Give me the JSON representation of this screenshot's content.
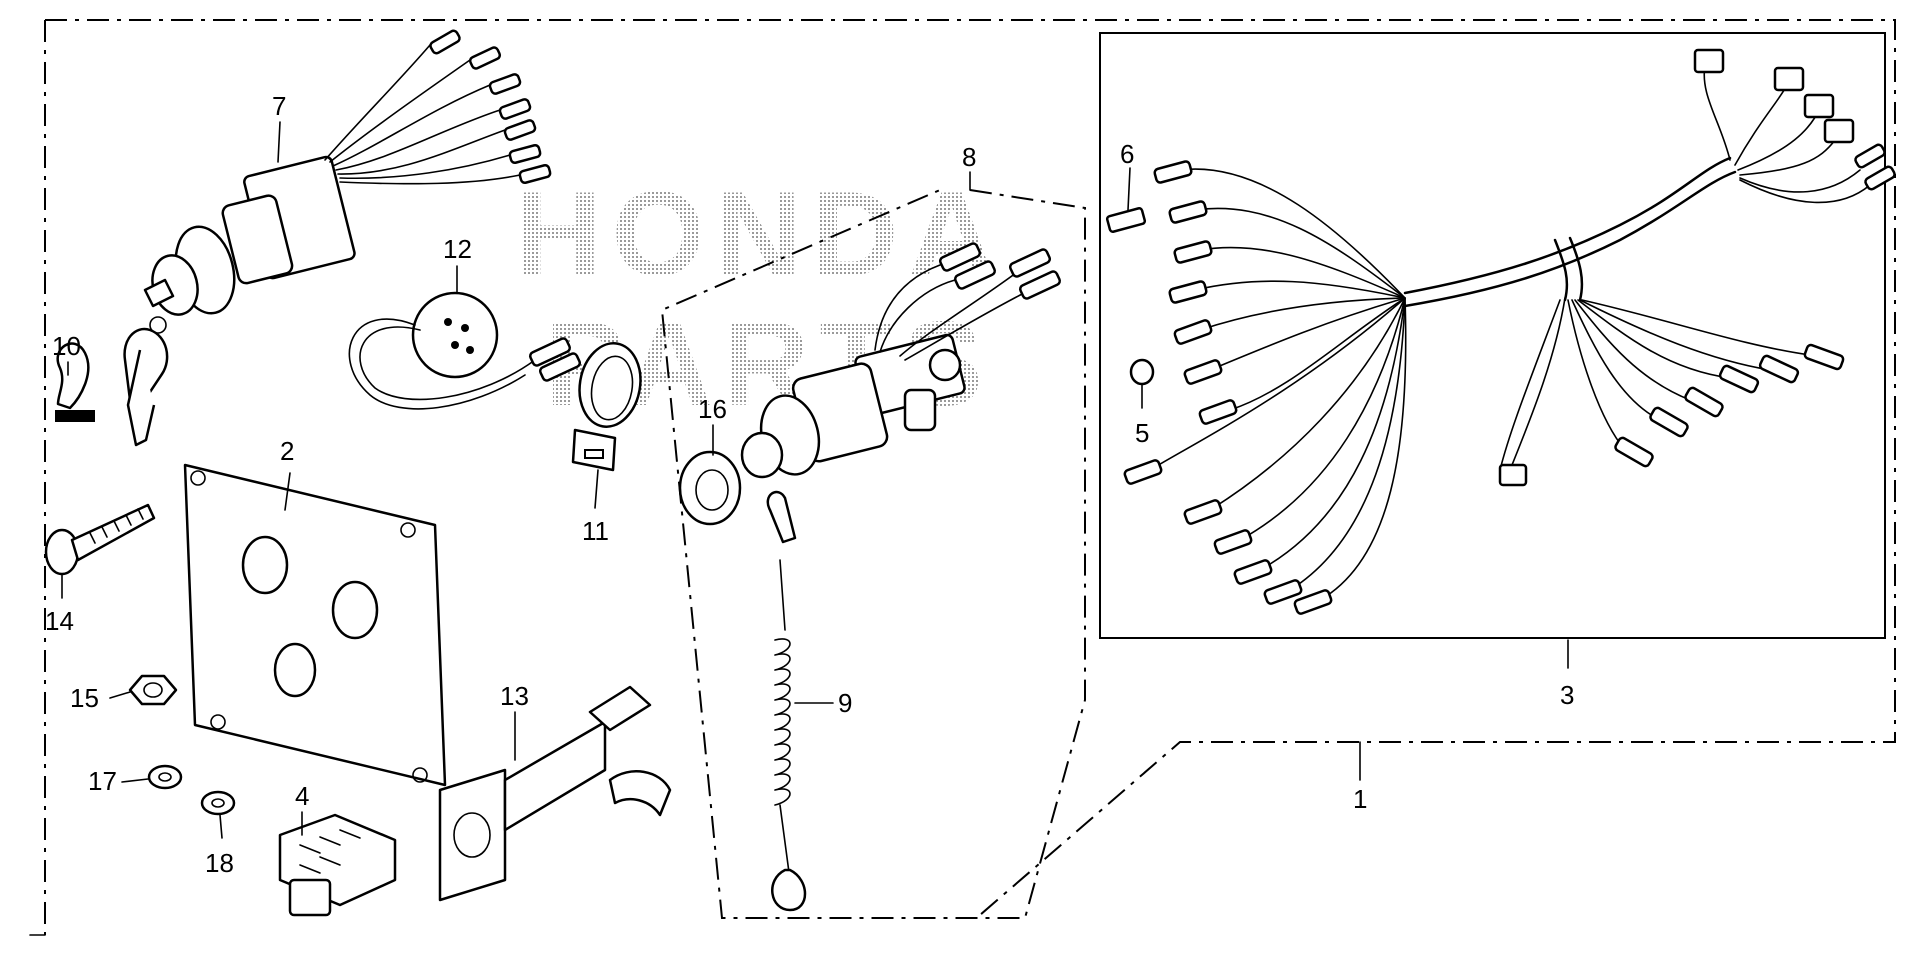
{
  "watermark": [
    "HONDA",
    "PARTS"
  ],
  "callouts": {
    "p1": "1",
    "p2": "2",
    "p3": "3",
    "p4": "4",
    "p5": "5",
    "p6": "6",
    "p7": "7",
    "p8": "8",
    "p9": "9",
    "p10": "10",
    "p11": "11",
    "p12": "12",
    "p13": "13",
    "p14": "14",
    "p15": "15",
    "p16": "16",
    "p17": "17",
    "p18": "18"
  },
  "icons": {
    "ignition_switch": "ignition-switch-icon",
    "key": "key-icon",
    "wire_harness": "wire-harness-icon",
    "emergency_stop_switch": "stop-switch-icon",
    "lanyard": "lanyard-cord-icon",
    "buzzer": "buzzer-icon"
  }
}
